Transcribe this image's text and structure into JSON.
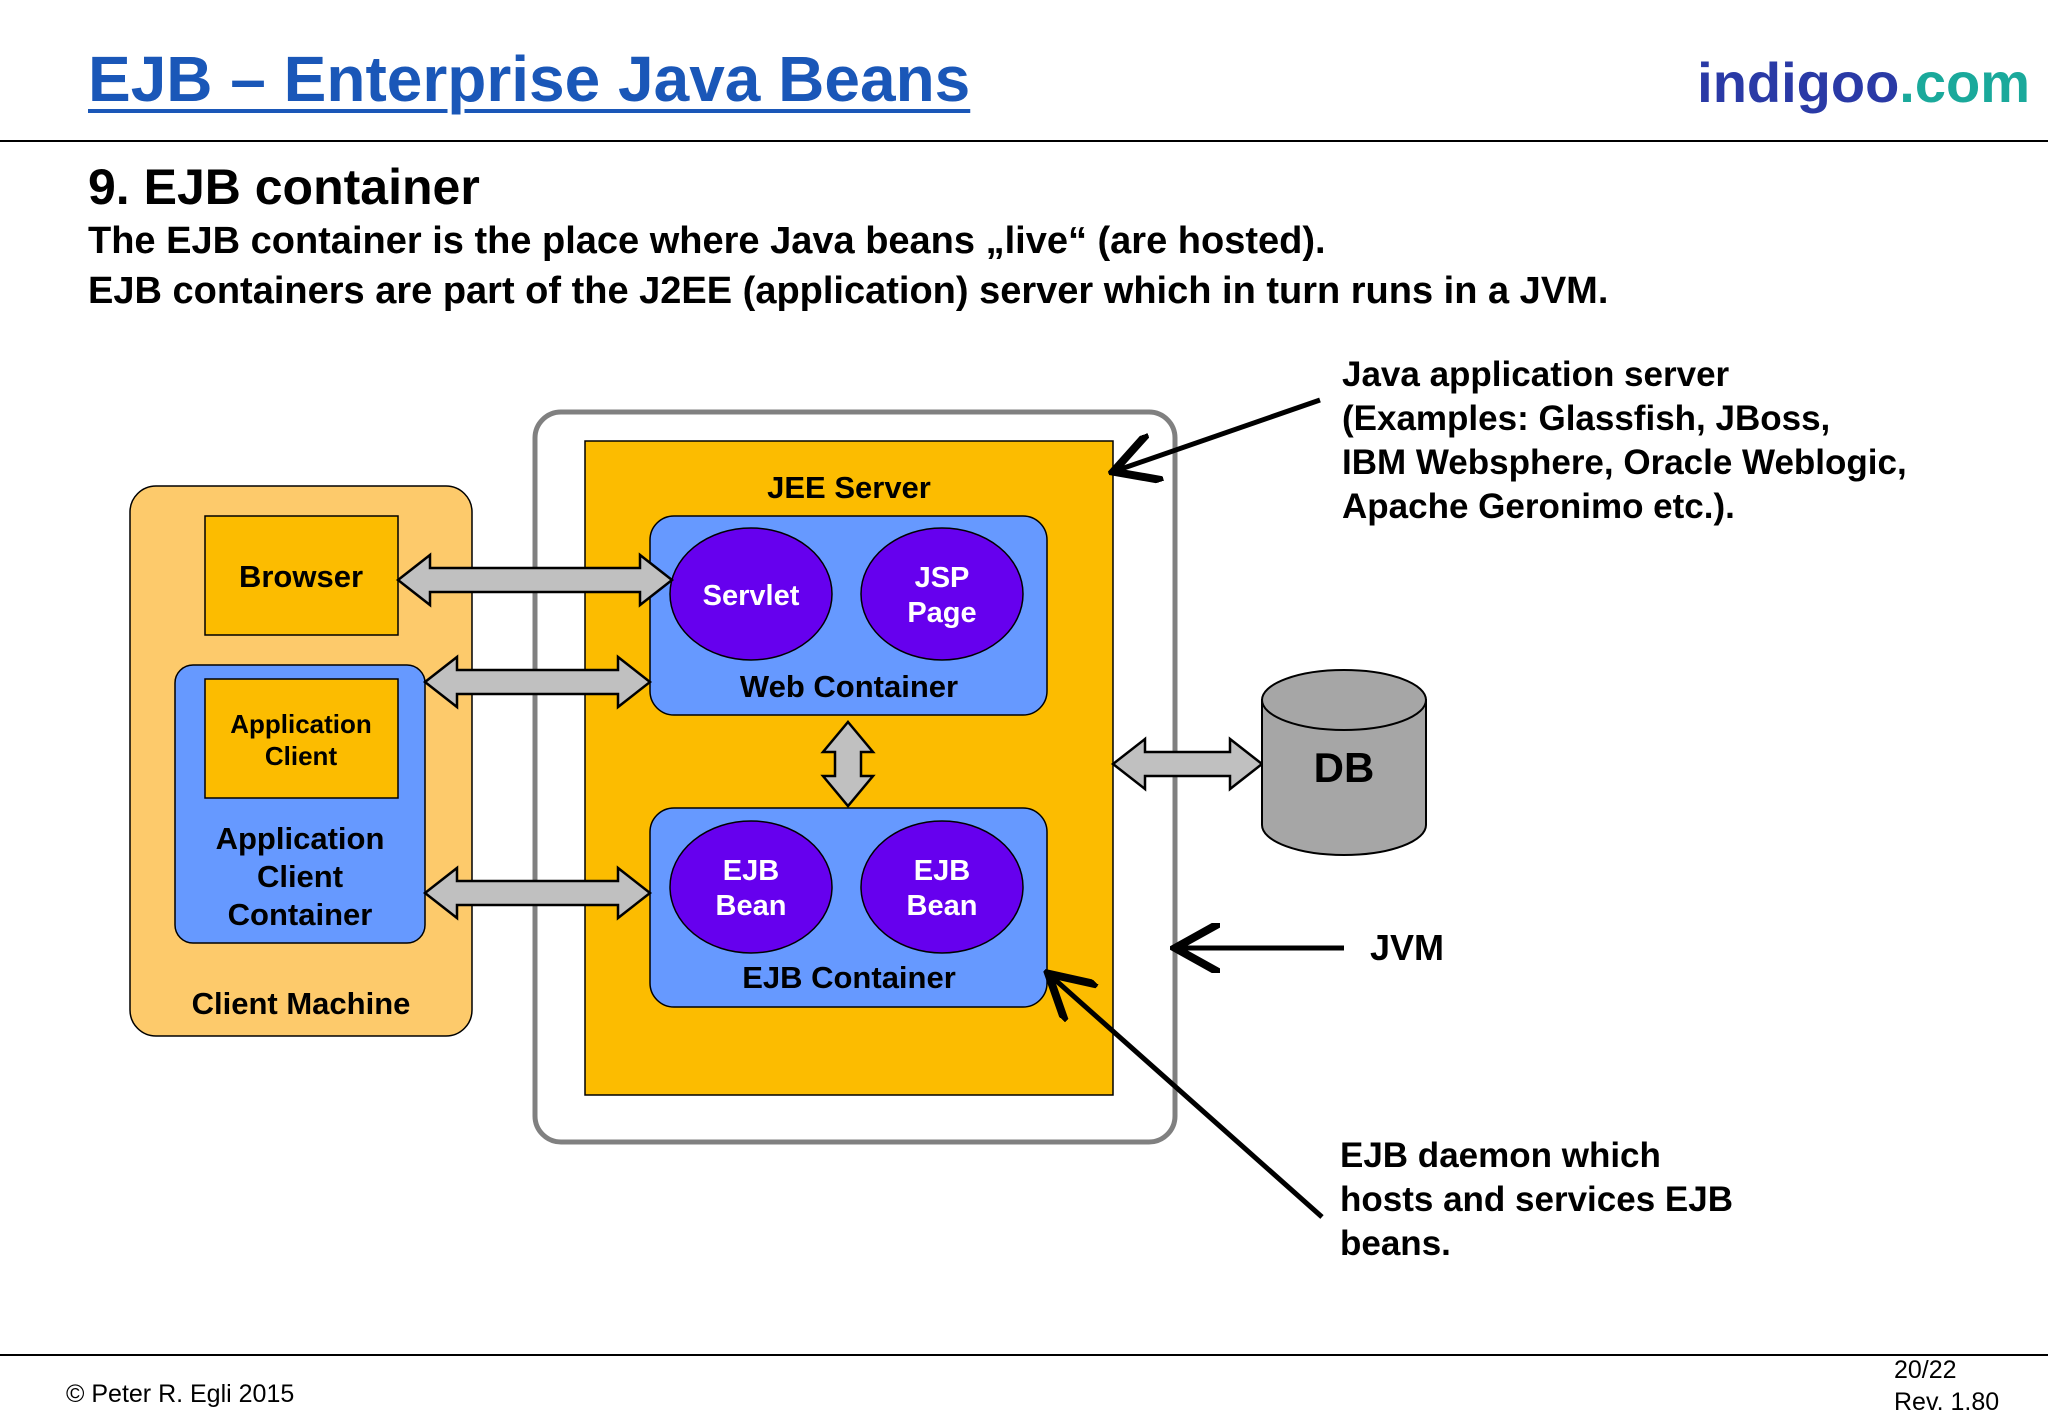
{
  "header": {
    "title": "EJB – Enterprise Java Beans",
    "brand_main": "indigoo",
    "brand_tld": ".com"
  },
  "slide": {
    "section_title": "9. EJB container",
    "intro_line1": "The EJB container is the place where Java beans „live“ (are hosted).",
    "intro_line2": "EJB containers are part of the J2EE (application) server which in turn runs in a JVM."
  },
  "diagram": {
    "client_machine": "Client Machine",
    "browser": "Browser",
    "app_client_line1": "Application",
    "app_client_line2": "Client",
    "app_client_container_line1": "Application",
    "app_client_container_line2": "Client",
    "app_client_container_line3": "Container",
    "jee_server": "JEE Server",
    "web_container": "Web Container",
    "servlet": "Servlet",
    "jsp_line1": "JSP",
    "jsp_line2": "Page",
    "ejb_container": "EJB Container",
    "ejb_bean1_line1": "EJB",
    "ejb_bean1_line2": "Bean",
    "ejb_bean2_line1": "EJB",
    "ejb_bean2_line2": "Bean",
    "db": "DB",
    "jvm": "JVM",
    "note_app_server": [
      "Java application server",
      "(Examples: Glassfish, JBoss,",
      "IBM Websphere, Oracle Weblogic,",
      "Apache Geronimo etc.)."
    ],
    "note_ejb_daemon": [
      "EJB daemon which",
      "hosts and services EJB",
      "beans."
    ],
    "colors": {
      "client_machine_fill": "#fdca6b",
      "jee_server_fill": "#fcbc00",
      "container_fill": "#6699ff",
      "bean_fill": "#6600ee",
      "db_fill": "#a6a6a6",
      "arrow_fill": "#c0c0c0"
    }
  },
  "footer": {
    "copyright": "© Peter R. Egli 2015",
    "page": "20/22",
    "revision": "Rev. 1.80"
  }
}
